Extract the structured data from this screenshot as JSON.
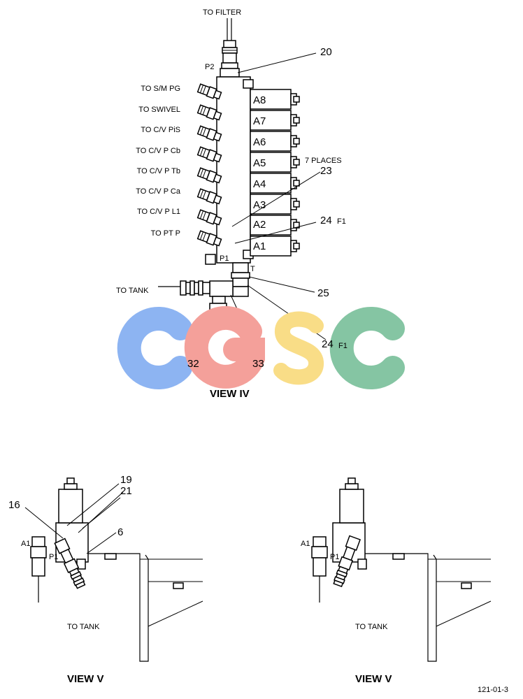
{
  "view_iv": {
    "title": "VIEW IV",
    "to_filter": "TO FILTER",
    "to_tank": "TO TANK",
    "port_p2": "P2",
    "port_p1": "P1",
    "port_t": "T",
    "port_labels": [
      "TO S/M PG",
      "TO SWIVEL",
      "TO C/V PiS",
      "TO C/V P Cb",
      "TO C/V P Tb",
      "TO C/V P Ca",
      "TO C/V P L1",
      "TO PT P"
    ],
    "solenoids": [
      "A8",
      "A7",
      "A6",
      "A5",
      "A4",
      "A3",
      "A2",
      "A1"
    ],
    "callout_20": "20",
    "callout_23": "23",
    "places_note": "7 PLACES",
    "callout_24": "24",
    "callout_f1": "F1",
    "callout_25": "25",
    "callout_24b": "24",
    "callout_f1b": "F1",
    "callout_32": "32",
    "callout_33": "33"
  },
  "view_v_left": {
    "title": "VIEW V",
    "to_tank": "TO TANK",
    "label_a1": "A1",
    "label_p1": "P1",
    "callout_16": "16",
    "callout_19": "19",
    "callout_21": "21",
    "callout_6": "6"
  },
  "view_v_right": {
    "title": "VIEW V",
    "to_tank": "TO TANK",
    "label_a1": "A1",
    "label_p1": "P1"
  },
  "watermark": {
    "letters": [
      "C",
      "G",
      "S",
      "C"
    ],
    "colors": [
      "#8db4f2",
      "#f4a09a",
      "#f9dd87",
      "#85c5a3"
    ]
  },
  "drawing_number": "121-01-3"
}
